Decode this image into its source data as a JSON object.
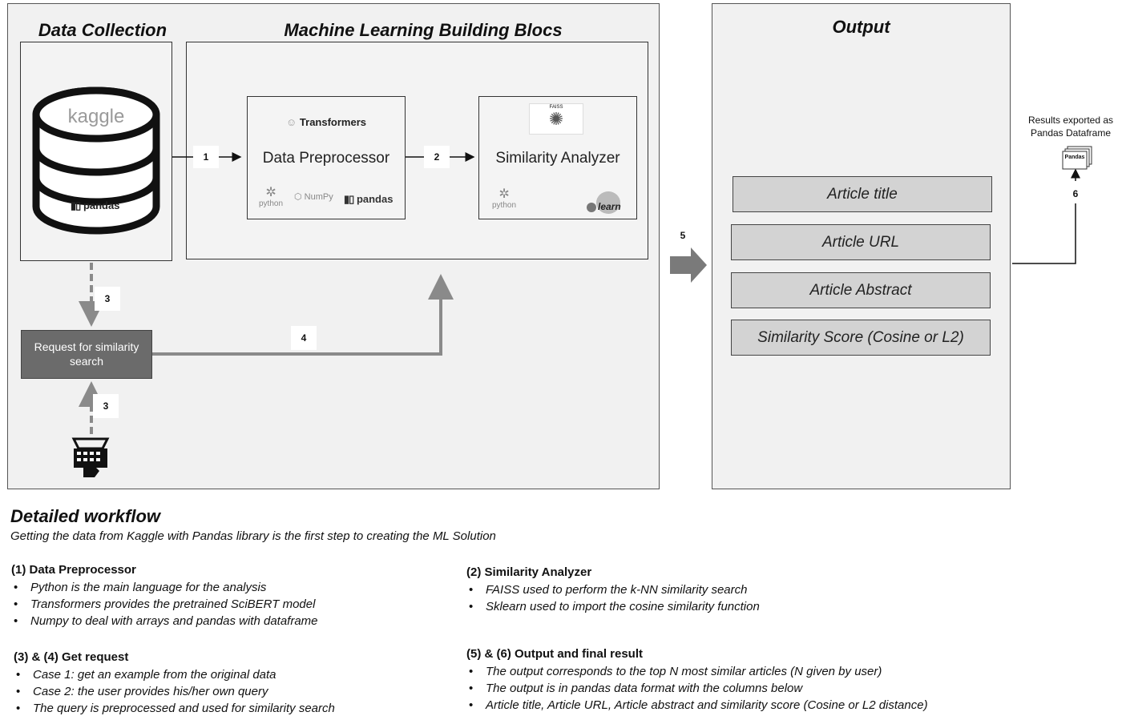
{
  "data_collection": {
    "heading": "Data Collection",
    "db_logo_text": "kaggle",
    "pandas_logo_text": "pandas"
  },
  "ml_blocks": {
    "heading": "Machine Learning Building Blocs",
    "preprocessor": {
      "title": "Data Preprocessor",
      "transformers_label": "Transformers",
      "python_label": "python",
      "numpy_label": "NumPy",
      "pandas_label": "pandas"
    },
    "analyzer": {
      "title": "Similarity Analyzer",
      "faiss_label": "FAISS",
      "python_label": "python",
      "sklearn_label": "learn"
    }
  },
  "request": {
    "label": "Request for similarity search"
  },
  "output": {
    "heading": "Output",
    "fields": [
      "Article title",
      "Article URL",
      "Article Abstract",
      "Similarity Score (Cosine or L2)"
    ]
  },
  "export": {
    "label_line1": "Results exported as",
    "label_line2": "Pandas Dataframe",
    "doc_label": "Pandas"
  },
  "steps": {
    "s1": "1",
    "s2": "2",
    "s3a": "3",
    "s3b": "3",
    "s4": "4",
    "s5": "5",
    "s6": "6"
  },
  "workflow": {
    "title": "Detailed workflow",
    "subtitle": "Getting the data from Kaggle with Pandas library is the first step to creating the ML Solution",
    "sections": [
      {
        "title": "(1) Data Preprocessor",
        "items": [
          "Python is the main language for the analysis",
          "Transformers provides the pretrained SciBERT model",
          "Numpy to deal with arrays and pandas with dataframe"
        ]
      },
      {
        "title": "(2) Similarity Analyzer",
        "items": [
          "FAISS used to perform the k-NN similarity search",
          "Sklearn used to import the cosine similarity function"
        ]
      },
      {
        "title": "(3) & (4) Get request",
        "items": [
          "Case 1: get an example from the original data",
          "Case 2: the user provides his/her own query",
          "The query is preprocessed and used  for similarity search"
        ]
      },
      {
        "title": "(5) & (6) Output and final result",
        "items": [
          "The output corresponds to the top N most similar articles (N given by user)",
          "The output is in pandas data format with the columns below",
          "Article title, Article URL, Article abstract and similarity score (Cosine or L2 distance)"
        ]
      }
    ]
  },
  "colors": {
    "panel_bg": "#f1f1f1",
    "field_bg": "#d3d3d3",
    "request_bg": "#6b6b6b",
    "arrow_gray": "#8a8a8a",
    "big_arrow": "#7a7a7a"
  }
}
